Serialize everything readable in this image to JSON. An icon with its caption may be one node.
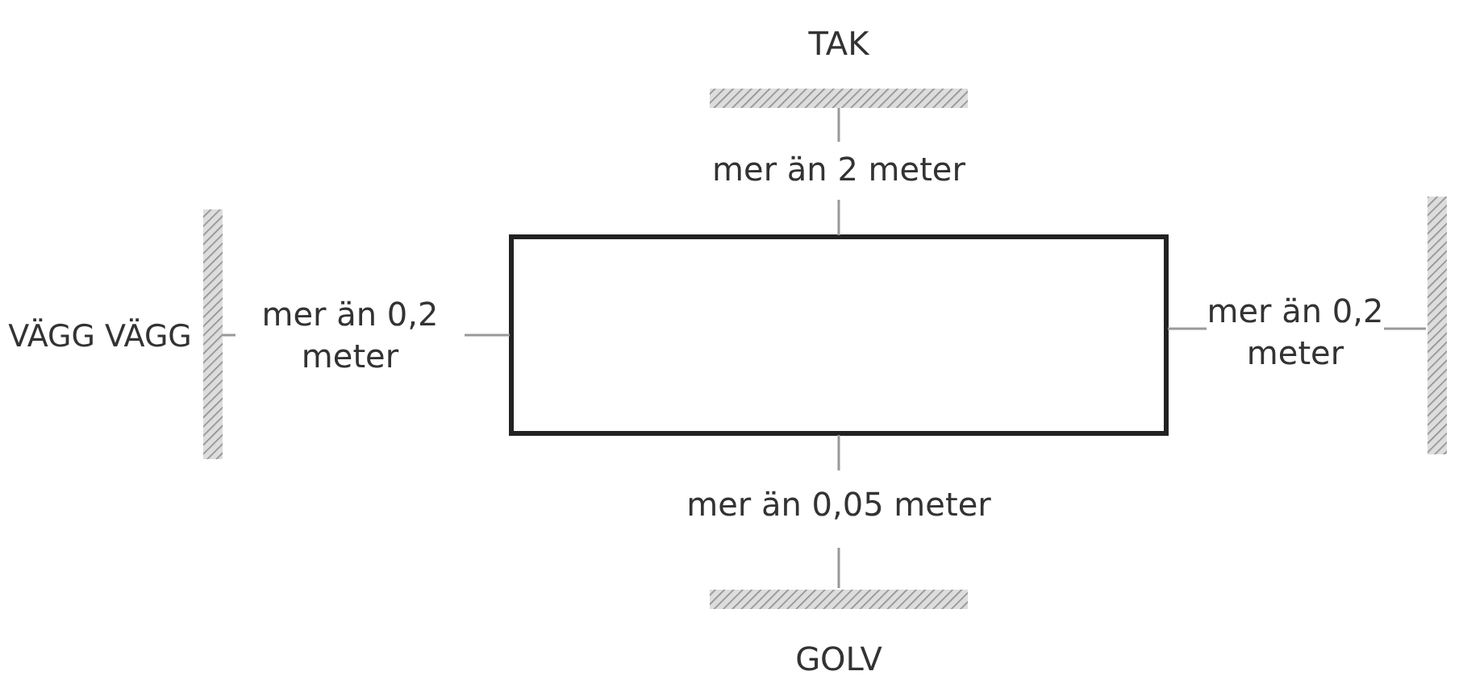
{
  "diagram": {
    "nodes": [
      {
        "text": [],
        "shape": "box"
      }
    ],
    "labels": [
      "TAK",
      "mer än 2 meter",
      "VÄGG VÄGG",
      "mer än 0,2 meter",
      "mer än 0,2 meter",
      "mer än 0,05 meter",
      "GOLV"
    ]
  }
}
